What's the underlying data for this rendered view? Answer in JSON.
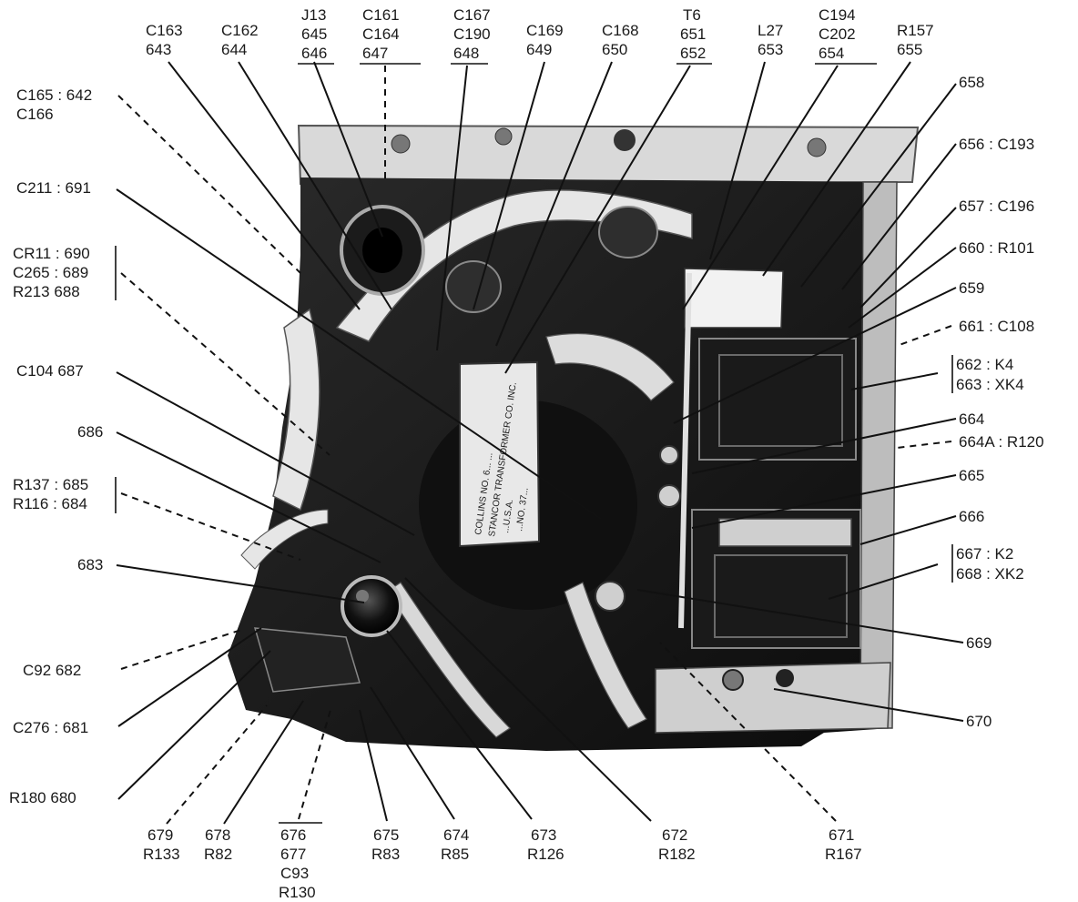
{
  "labels_top": {
    "l1": [
      "C163",
      "643"
    ],
    "l2": [
      "C162",
      "644"
    ],
    "l3": [
      "J13",
      "645",
      "646"
    ],
    "l4": [
      "C161",
      "C164",
      "647"
    ],
    "l5": [
      "C167",
      "C190",
      "648"
    ],
    "l6": [
      "C169",
      "649"
    ],
    "l7": [
      "C168",
      "650"
    ],
    "l8": [
      "T6",
      "651",
      "652"
    ],
    "l9": [
      "L27",
      "653"
    ],
    "l10": [
      "C194",
      "C202",
      "654"
    ],
    "l11": [
      "R157",
      "655"
    ]
  },
  "labels_left": {
    "c165": [
      "C165 : 642",
      "C166"
    ],
    "c211": "C211 : 691",
    "cr11": [
      "CR11 : 690",
      "C265 : 689",
      "R213   688"
    ],
    "c104": "C104   687",
    "n686": "686",
    "r137": [
      "R137 : 685",
      "R116 : 684"
    ],
    "n683": "683",
    "c92": "C92   682",
    "c276": "C276 : 681",
    "r180": "R180   680"
  },
  "labels_right": {
    "n658": "658",
    "n656": "656 : C193",
    "n657": "657 : C196",
    "n660": "660 : R101",
    "n659": "659",
    "n661": "661 : C108",
    "k4": [
      "662 : K4",
      "663 : XK4"
    ],
    "n664": "664",
    "n664a": "664A : R120",
    "n665": "665",
    "n666": "666",
    "k2": [
      "667 : K2",
      "668 : XK2"
    ],
    "n669": "669",
    "n670": "670"
  },
  "labels_bottom": {
    "b679": [
      "679",
      "R133"
    ],
    "b678": [
      "678",
      "R82"
    ],
    "b676": [
      "676",
      "677",
      "C93",
      "R130"
    ],
    "b675": [
      "675",
      "R83"
    ],
    "b674": [
      "674",
      "R85"
    ],
    "b673": [
      "673",
      "R126"
    ],
    "b672": [
      "672",
      "R182"
    ],
    "b671": [
      "671",
      "R167"
    ]
  },
  "transformer_marking": [
    "COLLINS NO. 6... ...",
    "STANCOR TRANSFORMER CO. INC.",
    "...U.S.A.",
    "...NO. 37... "
  ]
}
